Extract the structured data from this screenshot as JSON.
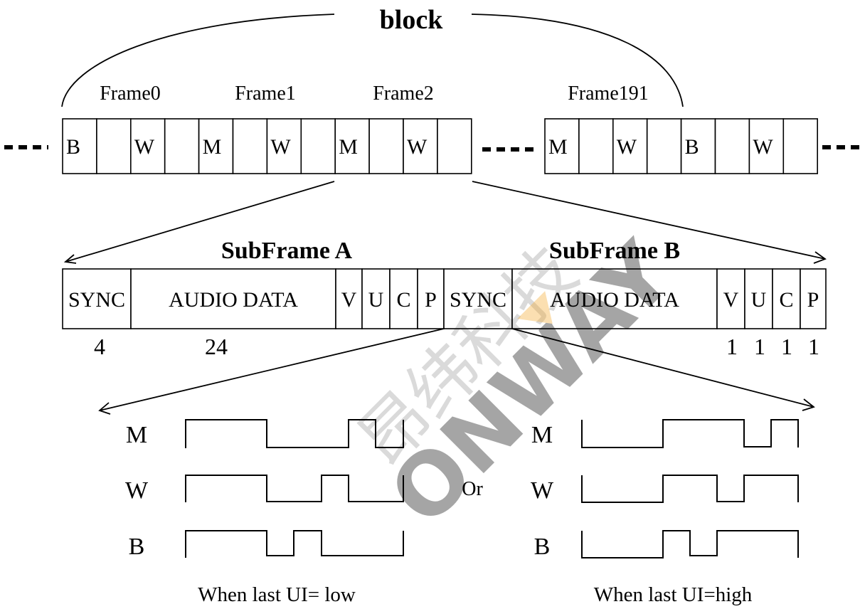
{
  "block_title": "block",
  "frame_labels": [
    "Frame0",
    "Frame1",
    "Frame2",
    "Frame191"
  ],
  "left_cells": [
    "B",
    "",
    "W",
    "",
    "M",
    "",
    "W",
    "",
    "M",
    "",
    "W",
    ""
  ],
  "right_cells": [
    "M",
    "",
    "W",
    "",
    "B",
    "",
    "W",
    ""
  ],
  "subframe_a_title": "SubFrame A",
  "subframe_b_title": "SubFrame B",
  "subframe_fields": [
    "SYNC",
    "AUDIO DATA",
    "V",
    "U",
    "C",
    "P",
    "SYNC",
    "AUDIO DATA",
    "V",
    "U",
    "C",
    "P"
  ],
  "bit_counts": {
    "sync": "4",
    "audio": "24",
    "v": "1",
    "u": "1",
    "c": "1",
    "p": "1"
  },
  "preamble_labels_left": [
    "M",
    "W",
    "B"
  ],
  "preamble_labels_right": [
    "M",
    "W",
    "B"
  ],
  "or_label": "Or",
  "caption_low": "When last UI= low",
  "caption_high": "When last UI=high",
  "watermark_text": "昂纬科技",
  "watermark_logo_text": "ONWAY",
  "colors": {
    "line": "#000000",
    "background": "#ffffff",
    "logo_blue": "#2aa3e6",
    "logo_orange": "#f5a623"
  }
}
